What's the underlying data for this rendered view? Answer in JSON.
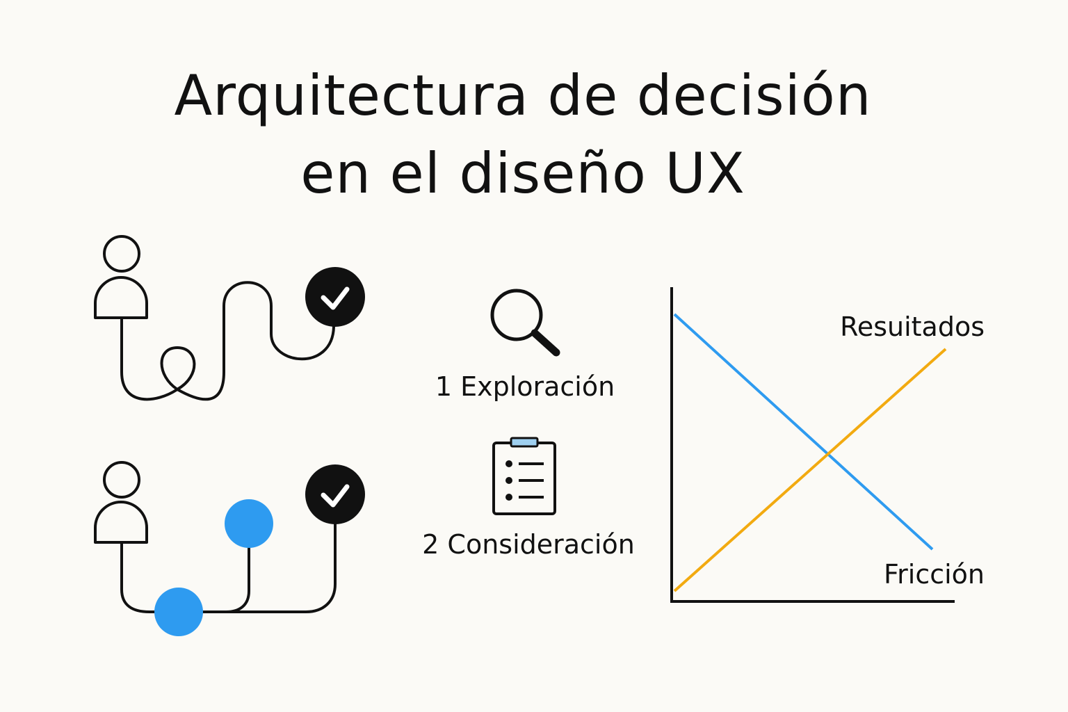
{
  "title": {
    "line1": "Arquitectura de decisión",
    "line2": "en el diseño UX"
  },
  "steps": [
    {
      "label": "1 Exploración",
      "icon": "magnifier-icon"
    },
    {
      "label": "2 Consideración",
      "icon": "clipboard-checklist-icon"
    }
  ],
  "paths": {
    "top": {
      "user_icon": "person-icon",
      "end_icon": "check-circle-icon",
      "style": "looping winding path"
    },
    "bottom": {
      "user_icon": "person-icon",
      "end_icon": "check-circle-icon",
      "style": "direct path with decision nodes"
    }
  },
  "graph": {
    "line_up_label": "Resuitados",
    "line_down_label": "Fricción"
  },
  "colors": {
    "background": "#FBFAF6",
    "ink": "#111111",
    "accent_blue": "#2E9BF0",
    "friction_line": "#2E9BF0",
    "results_line": "#F2AA10",
    "clipboard_clip": "#9FD0F0"
  }
}
